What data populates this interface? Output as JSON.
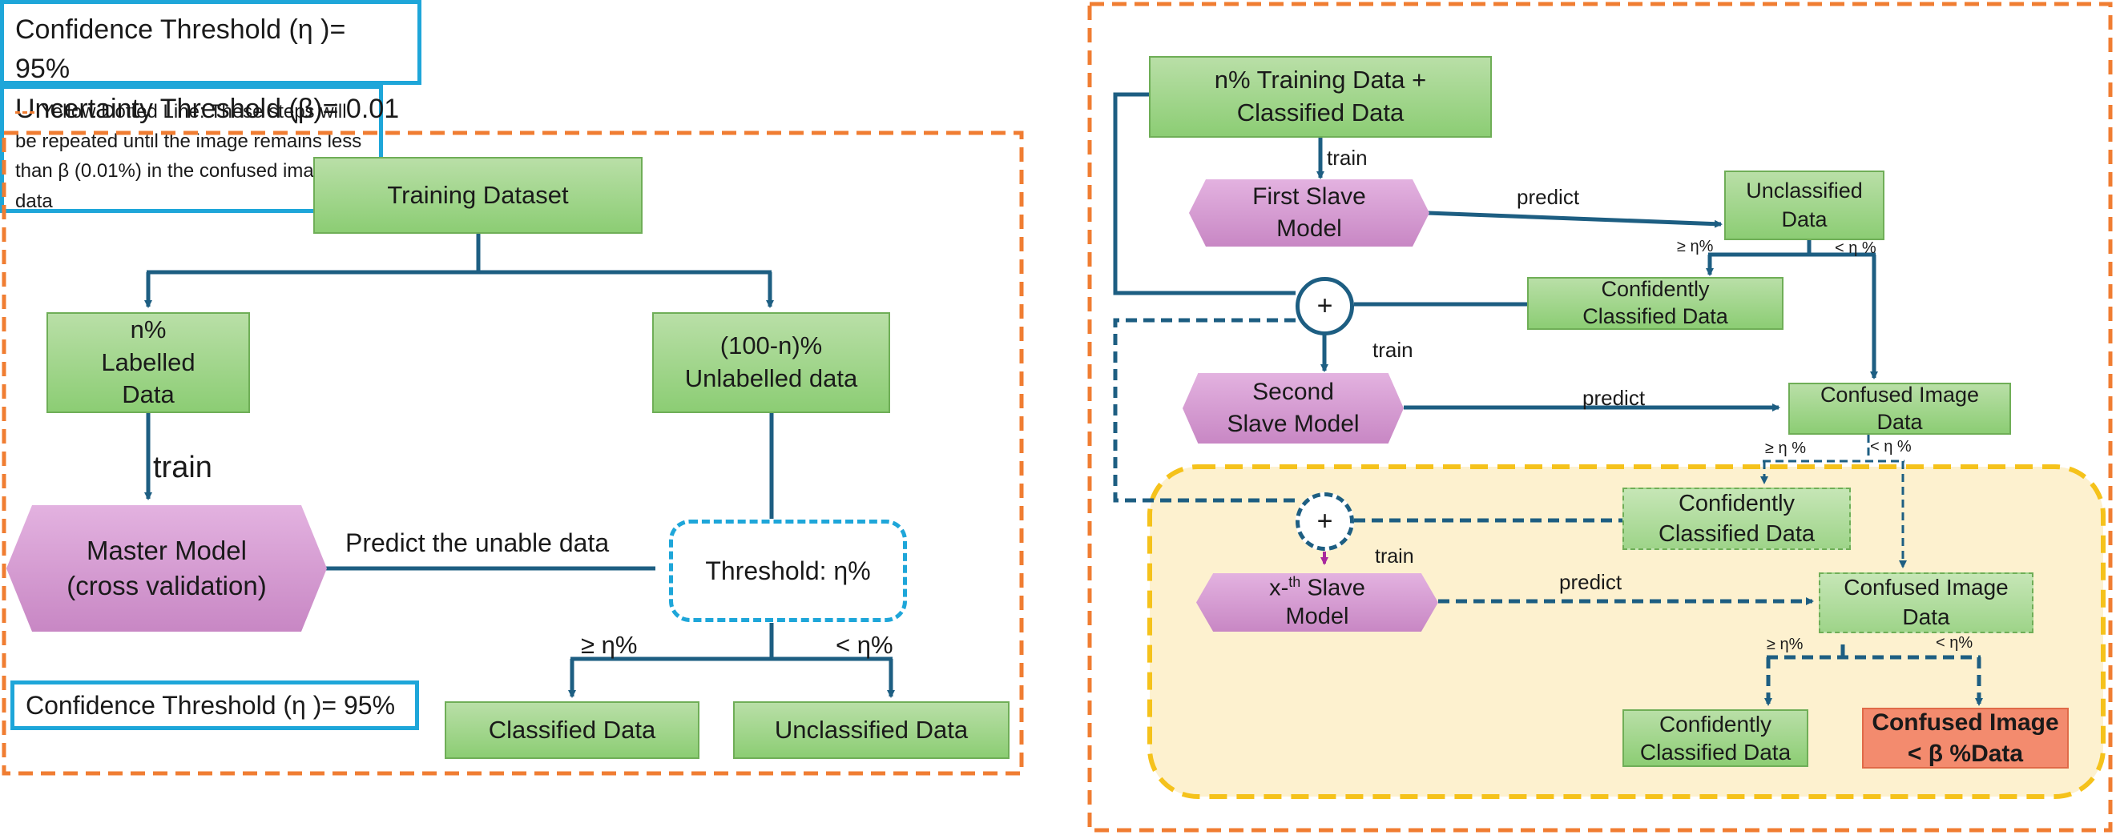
{
  "left_panel": {
    "training_dataset": "Training Dataset",
    "labelled": "n% Labelled Data",
    "unlabelled": "(100-n)% Unlabelled data",
    "train_label": "train",
    "master_model": "Master Model (cross validation)",
    "predict_label": "Predict the unable data",
    "threshold": "Threshold: η%",
    "ge_label": "≥ η%",
    "lt_label": "< η%",
    "classified": "Classified Data",
    "unclassified": "Unclassified Data",
    "confidence_box": "Confidence Threshold (η )= 95%"
  },
  "right_panel": {
    "top_input": "n% Training Data + Classified Data",
    "train_label_1": "train",
    "first_slave": "First Slave Model",
    "predict_label_1": "predict",
    "unclassified": "Unclassified Data",
    "ge_label_1": "≥ η%",
    "lt_label_1": "< η %",
    "plus_1": "+",
    "confident_1": "Confidently Classified Data",
    "train_label_2": "train",
    "second_slave": "Second Slave Model",
    "predict_label_2": "predict",
    "confused_1": "Confused Image Data",
    "ge_label_2": "≥ η %",
    "lt_label_2": "< η %",
    "plus_2": "+",
    "confident_2": "Confidently Classified Data",
    "train_label_3": "train",
    "xth_slave_prefix": "x-",
    "xth_slave_sup": "th",
    "xth_slave_suffix": " Slave",
    "xth_slave_line2": "Model",
    "predict_label_3": "predict",
    "confused_2": "Confused Image Data",
    "ge_label_3": "≥ η%",
    "lt_label_3": "< η%",
    "confident_3": "Confidently Classified Data",
    "final_line1": "Confused Image",
    "final_line2": "< β %Data",
    "thresholds_line1": "Confidence Threshold (η )= 95%",
    "thresholds_line2": "Uncertainty Threshold (β)= 0.01",
    "note_text": "Yellow Dotted Line: These steps will be repeated until the image remains less than β (0.01%) in the confused image data"
  },
  "colors": {
    "frame_orange": "#f07d32",
    "line_blue": "#1d5e82",
    "accent_blue": "#1ea6d9",
    "green_box": "#8ccd74",
    "purple_model": "#c887c4",
    "yellow_region": "#fdf1cf",
    "yellow_border": "#f5c21b",
    "red_result": "#f38b6e"
  }
}
